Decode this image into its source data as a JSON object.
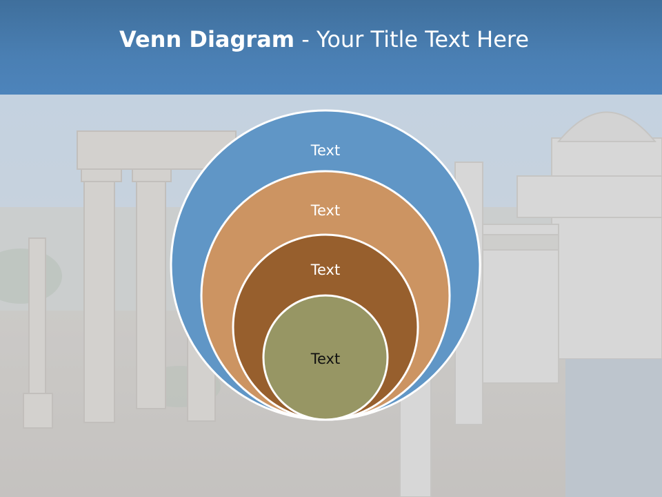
{
  "slide": {
    "title_bold": "Venn Diagram",
    "title_rest": " - Your Title Text Here"
  },
  "diagram": {
    "rings": [
      {
        "label": "Text",
        "color": "#6096c6",
        "text_color": "#ffffff"
      },
      {
        "label": "Text",
        "color": "#cc9462",
        "text_color": "#ffffff"
      },
      {
        "label": "Text",
        "color": "#975f2d",
        "text_color": "#ffffff"
      },
      {
        "label": "Text",
        "color": "#979664",
        "text_color": "#111111"
      }
    ]
  },
  "colors": {
    "header": "#4a7fb3",
    "ring_stroke": "#ffffff"
  }
}
